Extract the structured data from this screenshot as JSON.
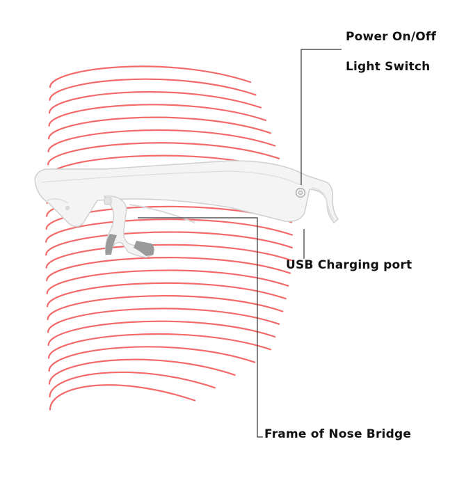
{
  "labels": {
    "power": "Power On/Off",
    "light": "Light Switch",
    "usb": "USB Charging port",
    "nose": "Frame of Nose Bridge"
  },
  "colors": {
    "led_line": "#f26a6a",
    "frame": "#f4f4f4",
    "frame_edge": "#cfcfcf",
    "nose_pad": "#9a9a9a",
    "leader_line": "#333333",
    "text": "#111111"
  },
  "icons": {
    "button": "power-button-icon",
    "mask": "led-face-mask-icon"
  }
}
